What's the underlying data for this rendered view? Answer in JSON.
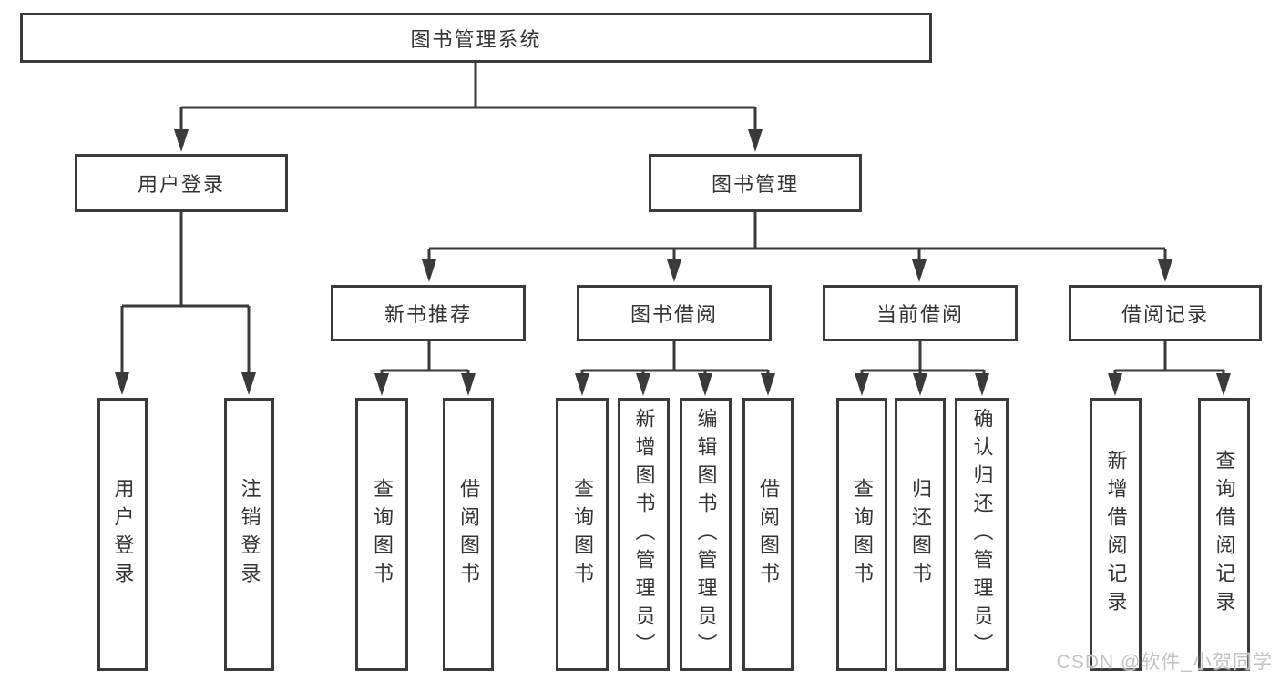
{
  "palette": {
    "background": "#ffffff",
    "line": "#3a3a3a",
    "box_border": "#3a3a3a",
    "text": "#333333",
    "watermark_text": "#c3c3c3"
  },
  "watermark": "CSDN @软件_小贺同学",
  "nodes": {
    "root": "图书管理系统",
    "branch_user_login": {
      "label": "用户登录",
      "children": {
        "login": "用户登录",
        "logout": "注销登录"
      }
    },
    "branch_book_mgmt": {
      "label": "图书管理",
      "sections": {
        "new_book_rec": {
          "label": "新书推荐",
          "children": {
            "query_book": "查询图书",
            "borrow_book": "借阅图书"
          }
        },
        "book_borrow": {
          "label": "图书借阅",
          "children": {
            "query_book": "查询图书",
            "add_book": "新增图书（管理员）",
            "edit_book": "编辑图书（管理员）",
            "borrow_book": "借阅图书"
          }
        },
        "current_borrow": {
          "label": "当前借阅",
          "children": {
            "query_book": "查询图书",
            "return_book": "归还图书",
            "confirm_return": "确认归还（管理员）"
          }
        },
        "borrow_record": {
          "label": "借阅记录",
          "children": {
            "add_record": "新增借阅记录",
            "query_record": "查询借阅记录"
          }
        }
      }
    }
  }
}
